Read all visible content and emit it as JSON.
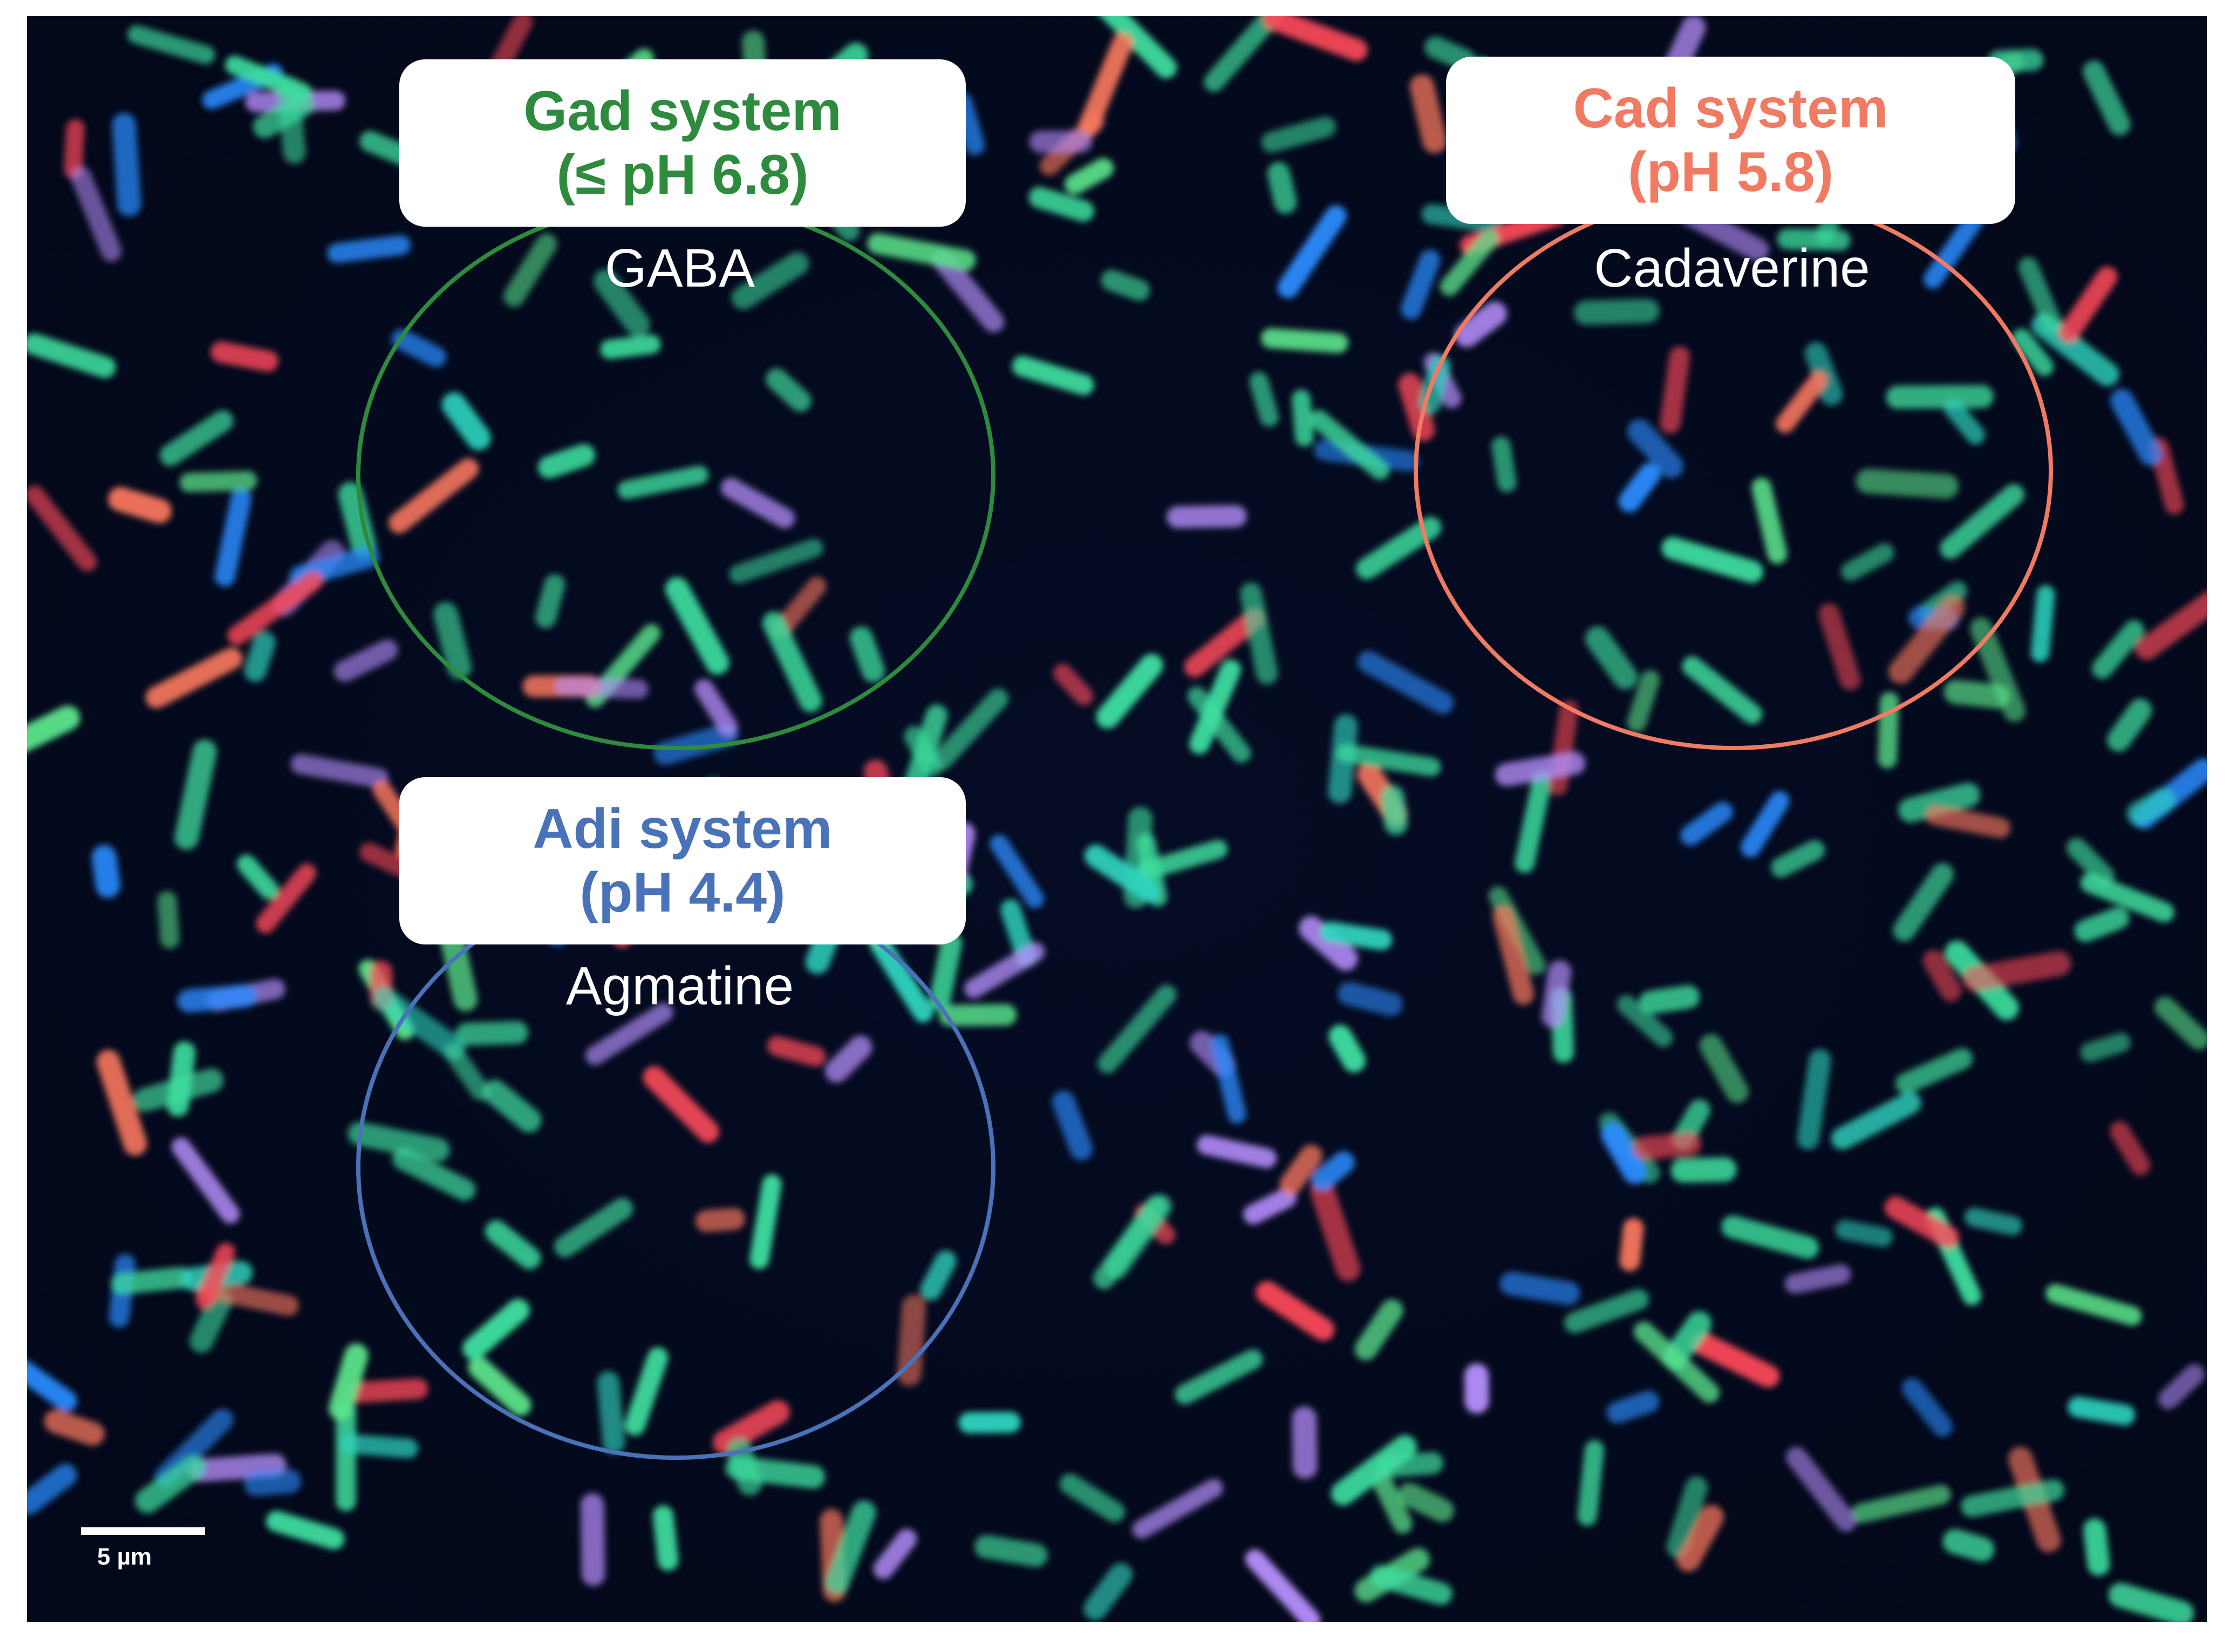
{
  "systems": {
    "gad": {
      "name": "Gad system",
      "condition": "(≤ pH 6.8)",
      "product": "GABA",
      "color": "#2e8b3e"
    },
    "cad": {
      "name": "Cad system",
      "condition": "(pH 5.8)",
      "product": "Cadaverine",
      "color": "#f07a62"
    },
    "adi": {
      "name": "Adi system",
      "condition": "(pH 4.4)",
      "product": "Agmatine",
      "color": "#4a72b8"
    }
  },
  "scale_bar": {
    "label": "5 µm"
  },
  "colors": {
    "background": "#040a1e",
    "cell_green": "#3fe0a0",
    "cell_red": "#ff4a5a",
    "cell_blue": "#2a8cff"
  }
}
